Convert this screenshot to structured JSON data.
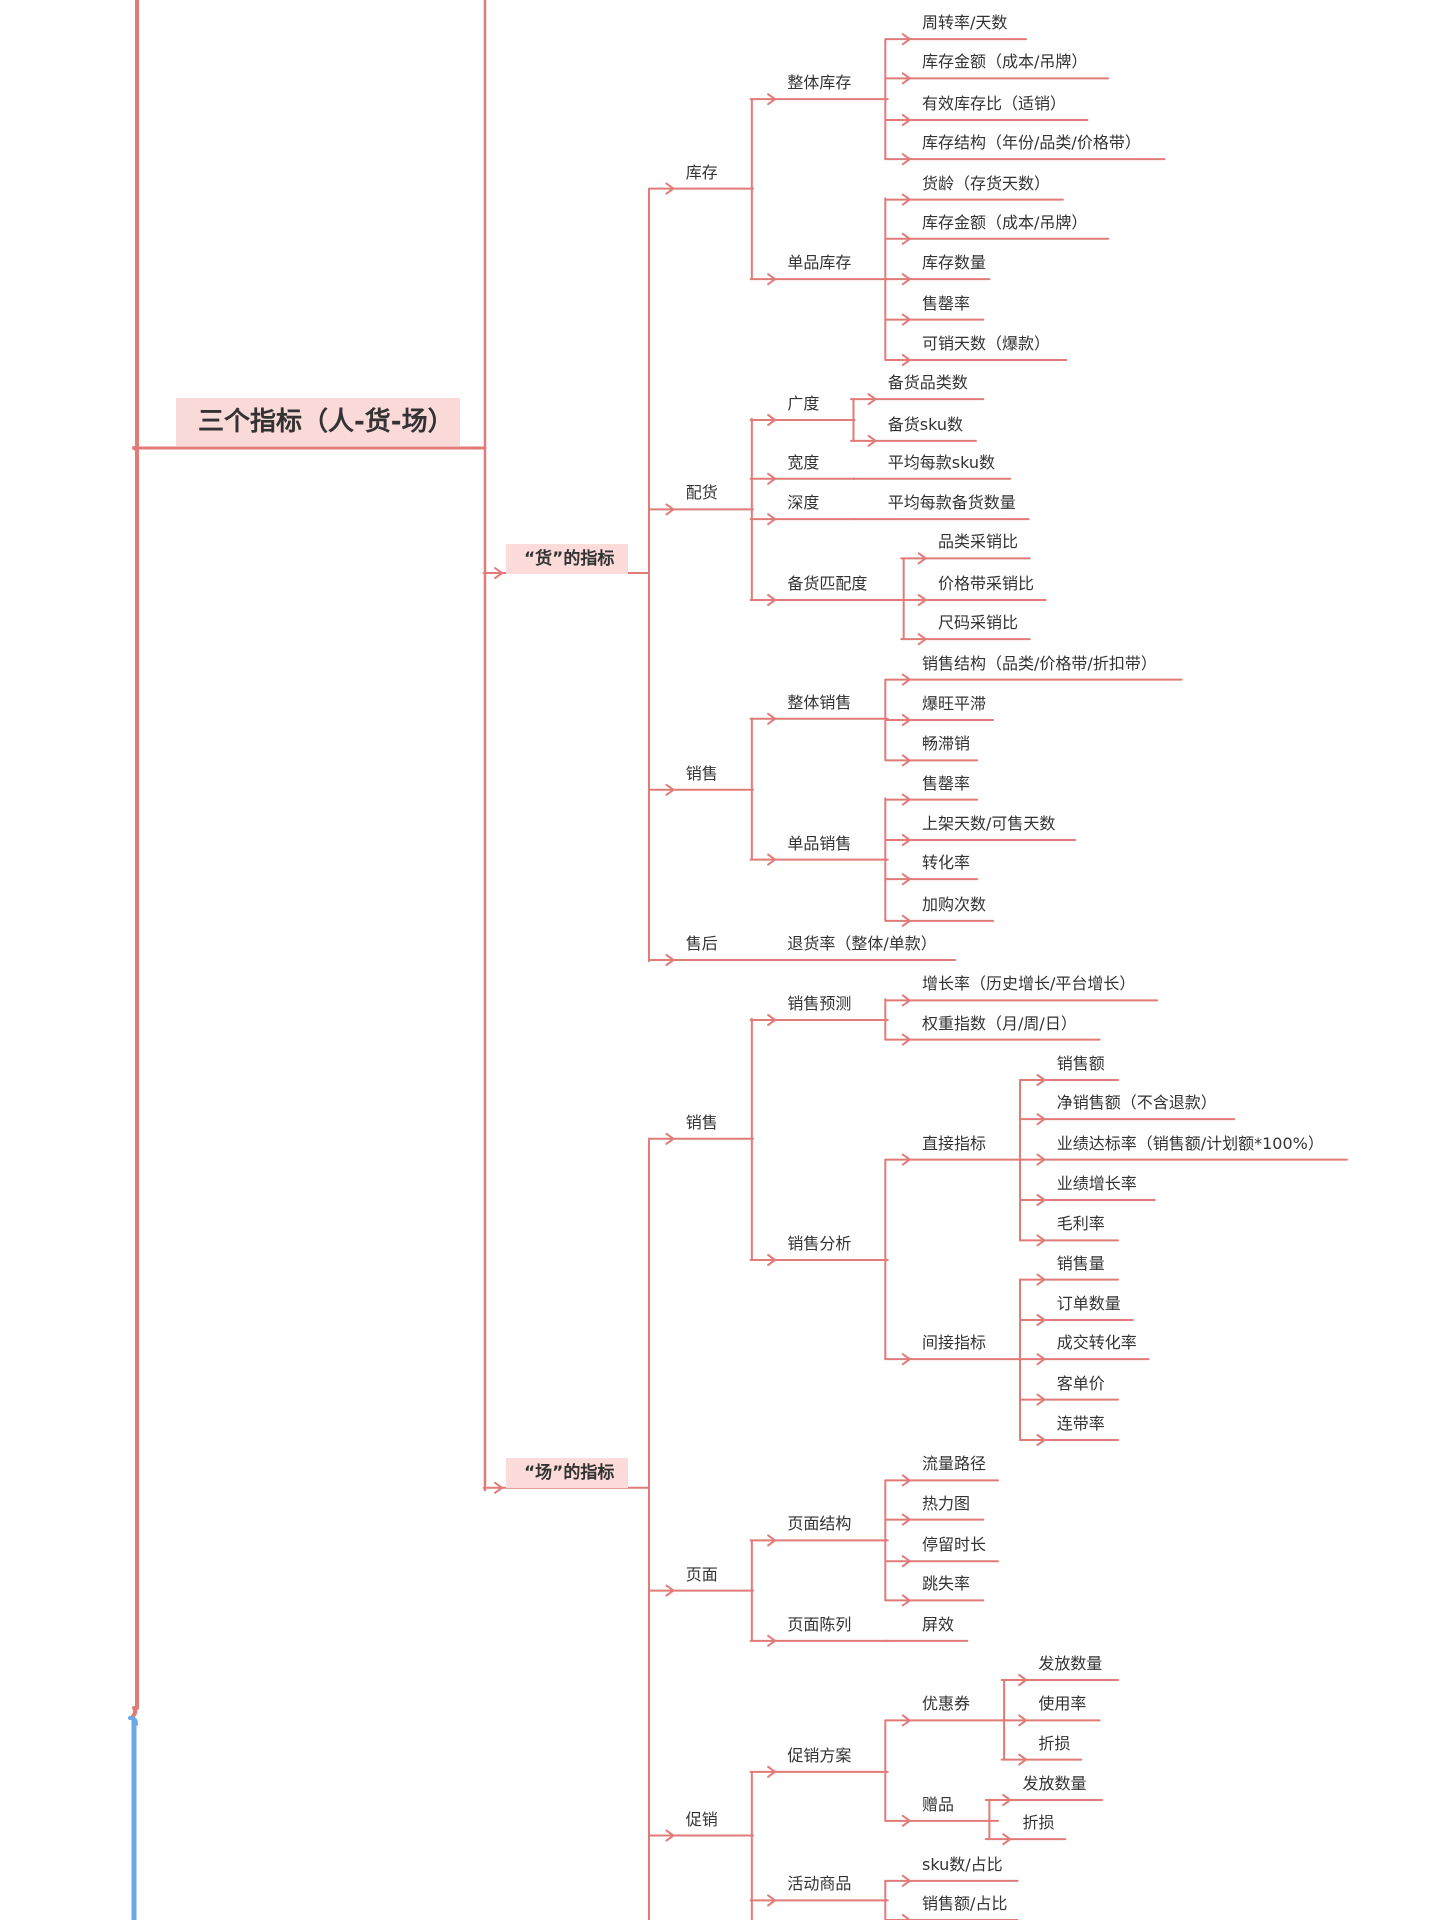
{
  "colors": {
    "branch": "#e07b78",
    "root_line": "#e07b78",
    "blue_line": "#6aa9e6",
    "label_bg": "#fadad8"
  },
  "root": {
    "label": "三个指标（人-货-场）"
  },
  "categories": {
    "goods": {
      "label": "“货”的指标"
    },
    "venue": {
      "label": "“场”的指标"
    }
  },
  "nodes": {
    "inventory": "库存",
    "overall_inventory": "整体库存",
    "turnover": "周转率/天数",
    "inv_amount_1": "库存金额（成本/吊牌）",
    "effective_inv_ratio": "有效库存比（适销）",
    "inv_structure": "库存结构（年份/品类/价格带）",
    "single_inventory": "单品库存",
    "stock_age": "货龄（存货天数）",
    "inv_amount_2": "库存金额（成本/吊牌）",
    "inv_quantity": "库存数量",
    "sellout_rate_1": "售罄率",
    "days_sellable": "可销天数（爆款）",
    "allocation": "配货",
    "breadth": "广度",
    "category_count": "备货品类数",
    "sku_count": "备货sku数",
    "width": "宽度",
    "avg_sku": "平均每款sku数",
    "depth": "深度",
    "avg_qty": "平均每款备货数量",
    "match": "备货匹配度",
    "cat_ratio": "品类采销比",
    "price_ratio": "价格带采销比",
    "size_ratio": "尺码采销比",
    "sales_goods": "销售",
    "overall_sales": "整体销售",
    "sales_structure": "销售结构（品类/价格带/折扣带）",
    "hot_slow": "爆旺平滞",
    "best_slow": "畅滞销",
    "single_sales": "单品销售",
    "sellout_rate_2": "售罄率",
    "shelf_days": "上架天数/可售天数",
    "conversion": "转化率",
    "add_cart": "加购次数",
    "after_sales": "售后",
    "return_rate": "退货率（整体/单款）",
    "sales_venue": "销售",
    "forecast": "销售预测",
    "growth_rate": "增长率（历史增长/平台增长）",
    "weight_index": "权重指数（月/周/日）",
    "analysis": "销售分析",
    "direct": "直接指标",
    "sales_amount": "销售额",
    "net_sales": "净销售额（不含退款）",
    "target_rate": "业绩达标率（销售额/计划额*100%）",
    "perf_growth": "业绩增长率",
    "gross_margin": "毛利率",
    "indirect": "间接指标",
    "sales_volume": "销售量",
    "order_count": "订单数量",
    "deal_conversion": "成交转化率",
    "unit_price": "客单价",
    "attach_rate": "连带率",
    "page": "页面",
    "page_structure": "页面结构",
    "traffic_path": "流量路径",
    "heatmap": "热力图",
    "dwell_time": "停留时长",
    "bounce_rate": "跳失率",
    "page_display": "页面陈列",
    "screen_eff": "屏效",
    "promotion": "促销",
    "promo_plan": "促销方案",
    "coupon": "优惠券",
    "coupon_issued": "发放数量",
    "usage_rate": "使用率",
    "coupon_loss": "折损",
    "gift": "赠品",
    "gift_issued": "发放数量",
    "gift_loss": "折损",
    "activity_goods": "活动商品",
    "sku_share": "sku数/占比",
    "sales_share": "销售额/占比"
  }
}
